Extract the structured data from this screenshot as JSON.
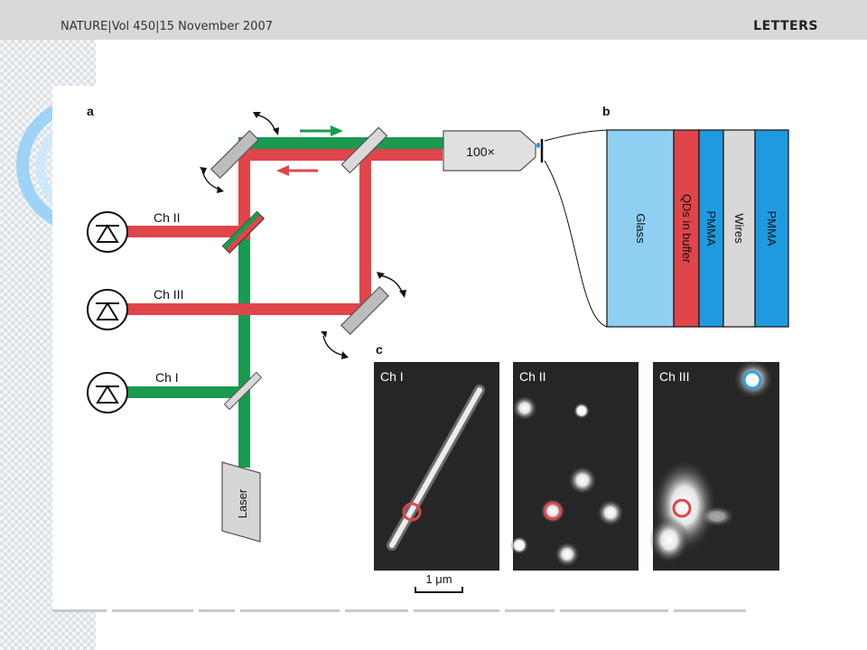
{
  "header": {
    "journal_line": "NATURE|Vol 450|15 November 2007",
    "section_label": "LETTERS"
  },
  "figure": {
    "panel_a": {
      "label": "a",
      "objective": "100×",
      "channels": [
        "Ch II",
        "Ch III",
        "Ch I"
      ],
      "laser": "Laser"
    },
    "panel_b": {
      "label": "b",
      "layers": [
        "Glass",
        "QDs in buffer",
        "PMMA",
        "Wires",
        "PMMA"
      ]
    },
    "panel_c": {
      "label": "c",
      "images": [
        "Ch I",
        "Ch II",
        "Ch III"
      ],
      "scale_bar": "1 μm"
    }
  },
  "colors": {
    "green_beam": "#1a9a50",
    "red_beam": "#e0454a",
    "glass": "#8fd0f2",
    "pmma": "#1e9be0",
    "qds": "#e0454a",
    "wires": "#d8d8d8"
  }
}
